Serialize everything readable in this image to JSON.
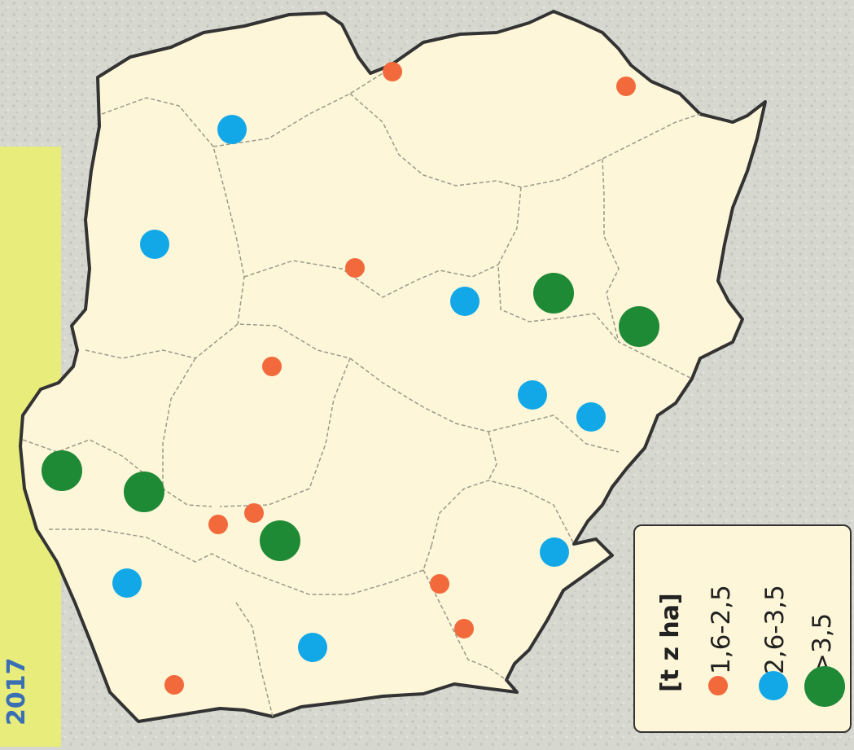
{
  "sidebar": {
    "year": "2017"
  },
  "legend": {
    "title": "[t z ha]",
    "classes": [
      {
        "label": "1,6-2,5",
        "color": "#f26a3b",
        "size": "small"
      },
      {
        "label": "2,6-3,5",
        "color": "#12a8e8",
        "size": "medium"
      },
      {
        "label": ">3,5",
        "color": "#1f8a35",
        "size": "large"
      }
    ]
  },
  "colors": {
    "land": "#fdf6d8",
    "border": "#333333",
    "internal_border": "#9a9a8a",
    "sidebar_strip": "#e8ec7a",
    "background": "#d6d8cf"
  },
  "markers": [
    {
      "class": "1,6-2,5"
    },
    {
      "class": "1,6-2,5"
    },
    {
      "class": "2,6-3,5"
    },
    {
      "class": "2,6-3,5"
    },
    {
      "class": "1,6-2,5"
    },
    {
      "class": "2,6-3,5"
    },
    {
      "class": ">3,5"
    },
    {
      "class": ">3,5"
    },
    {
      "class": "1,6-2,5"
    },
    {
      "class": "2,6-3,5"
    },
    {
      "class": "2,6-3,5"
    },
    {
      "class": ">3,5"
    },
    {
      "class": ">3,5"
    },
    {
      "class": "1,6-2,5"
    },
    {
      "class": "1,6-2,5"
    },
    {
      "class": ">3,5"
    },
    {
      "class": "2,6-3,5"
    },
    {
      "class": "2,6-3,5"
    },
    {
      "class": "1,6-2,5"
    },
    {
      "class": "1,6-2,5"
    },
    {
      "class": "2,6-3,5"
    },
    {
      "class": "1,6-2,5"
    }
  ]
}
